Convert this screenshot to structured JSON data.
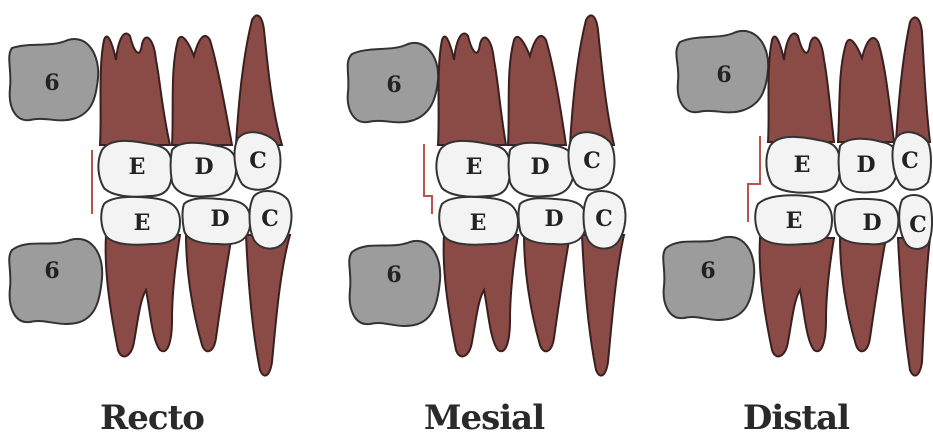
{
  "panels": [
    {
      "title": "Recto",
      "upper": {
        "molar": "6",
        "teeth": [
          "E",
          "D",
          "C"
        ]
      },
      "lower": {
        "molar": "6",
        "teeth": [
          "E",
          "D",
          "C"
        ]
      }
    },
    {
      "title": "Mesial",
      "upper": {
        "molar": "6",
        "teeth": [
          "E",
          "D",
          "C"
        ]
      },
      "lower": {
        "molar": "6",
        "teeth": [
          "E",
          "D",
          "C"
        ]
      }
    },
    {
      "title": "Distal",
      "upper": {
        "molar": "6",
        "teeth": [
          "E",
          "D",
          "C"
        ]
      },
      "lower": {
        "molar": "6",
        "teeth": [
          "E",
          "D",
          "C"
        ]
      }
    }
  ],
  "colors": {
    "root": "#8a4a45",
    "root_outline": "#3a2020",
    "crown": "#f3f3f3",
    "molar": "#9c9c9c",
    "reference_line": "#c0504d"
  }
}
